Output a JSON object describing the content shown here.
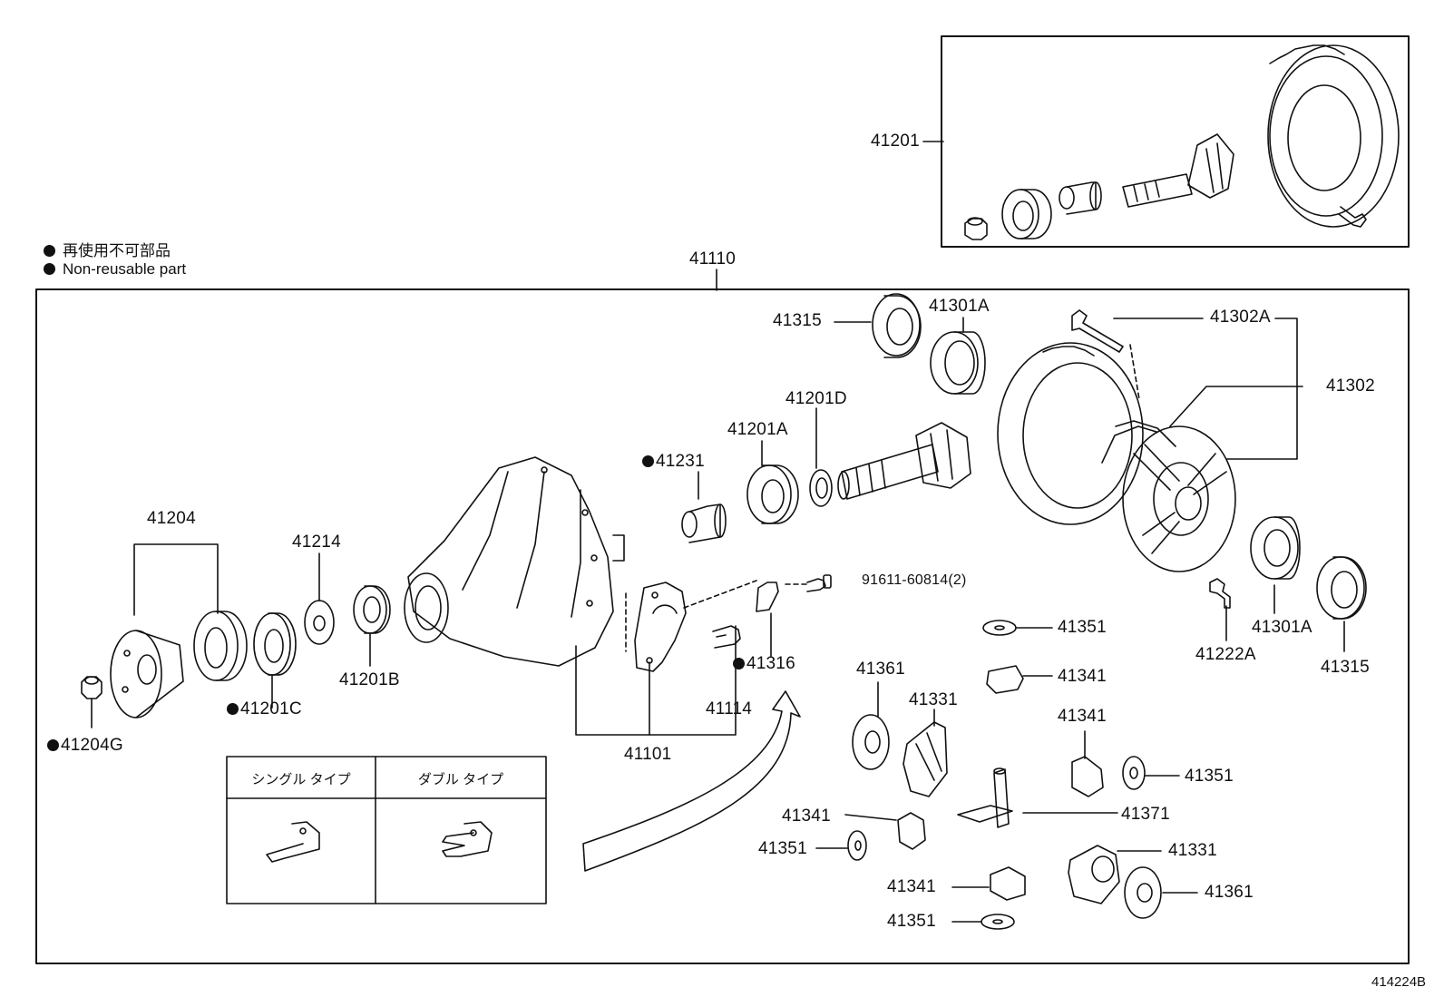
{
  "legend": {
    "line1": "再使用不可部品",
    "line2": "Non-reusable part"
  },
  "reference_code": "414224B",
  "bracket_table": {
    "single_type": "シングル タイプ",
    "double_type": "ダブル タイプ"
  },
  "parts": {
    "p41201": "41201",
    "p41110": "41110",
    "p41315_top": "41315",
    "p41301A_top": "41301A",
    "p41302A": "41302A",
    "p41302": "41302",
    "p41201D": "41201D",
    "p41201A": "41201A",
    "p41231": "41231",
    "p41204": "41204",
    "p41214": "41214",
    "p91611": "91611-60814(2)",
    "p41351_a": "41351",
    "p41341_a": "41341",
    "p41361_a": "41361",
    "p41331_a": "41331",
    "p41316": "41316",
    "p41201B": "41201B",
    "p41201C": "41201C",
    "p41204G": "41204G",
    "p41114": "41114",
    "p41101": "41101",
    "p41341_b": "41341",
    "p41351_b": "41351",
    "p41371": "41371",
    "p41341_c": "41341",
    "p41351_c": "41351",
    "p41331_b": "41331",
    "p41341_d": "41341",
    "p41361_b": "41361",
    "p41351_d": "41351",
    "p41222A": "41222A",
    "p41301A_bot": "41301A",
    "p41315_bot": "41315"
  }
}
